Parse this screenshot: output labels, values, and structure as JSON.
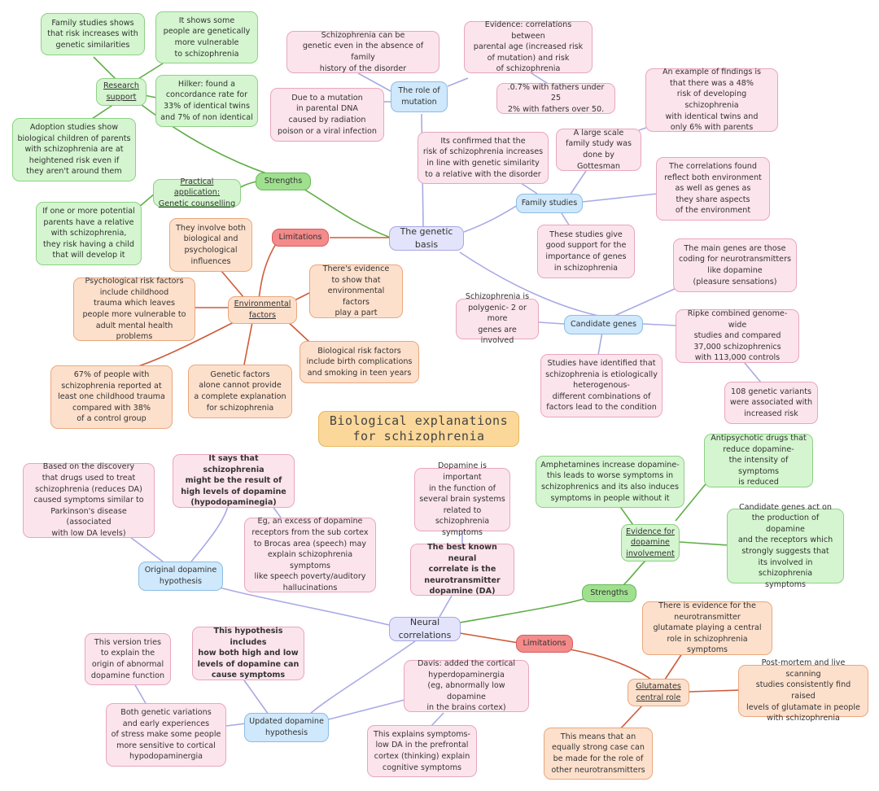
{
  "title": "Biological explanations\nfor schizophrenia",
  "nodes": {
    "genetic_basis": "The genetic\nbasis",
    "neural_correlations": "Neural\ncorrelations",
    "strengths_genetic": "Strengths",
    "limitations_genetic": "Limitations",
    "strengths_neural": "Strengths",
    "limitations_neural": "Limitations",
    "research_support": "Research\nsupport",
    "family_studies_shows": "Family studies shows\nthat risk increases with\ngenetic similarities",
    "more_vulnerable": "It shows some\npeople are genetically\nmore vulnerable\nto schizophrenia",
    "hilker": "Hilker: found a\nconcordance rate for\n33% of identical twins\nand 7% of non identical",
    "adoption": "Adoption studies show\nbiological children of parents\nwith schizophrenia are at\nheightened risk even if\nthey aren't around them",
    "practical": "Practical application:\nGenetic counselling",
    "practical_detail": "If one or more potential\nparents have a relative\nwith schizophrenia,\nthey risk having a child\nthat will develop it",
    "mutation": "The role of\nmutation",
    "genetic_no_history": "Schizophrenia can be\ngenetic even in the absence of family\nhistory of the disorder",
    "mutation_cause": "Due to a mutation\nin parental DNA\ncaused by radiation\npoison or a viral infection",
    "parental_age": "Evidence: correlations between\nparental age (increased risk\nof mutation) and risk\nof schizophrenia",
    "fathers": ".0.7% with fathers under 25\n2% with fathers over 50.",
    "family_studies": "Family studies",
    "confirmed": "Its confirmed that the\nrisk of schizophrenia increases\nin line with genetic similarity\nto a relative with the disorder",
    "gottesman": "A large scale\nfamily study was\ndone by Gottesman",
    "findings": "An example of findings is\nthat there was a 48%\nrisk of developing schizophrenia\nwith identical twins and\nonly 6% with parents",
    "correlations_env": "The correlations found\nreflect both environment\nas well as genes as\nthey share aspects\nof the environment",
    "good_support": "These studies give\ngood support for the\nimportance of genes\nin schizophrenia",
    "candidate_genes": "Candidate genes",
    "main_genes": "The main genes are those\ncoding for neurotransmitters\nlike dopamine\n(pleasure sensations)",
    "polygenic": "Schizophrenia is\npolygenic- 2 or more\ngenes are involved",
    "ripke": "Ripke combined genome-wide\nstudies and compared\n37,000 schizophrenics\nwith 113,000 controls",
    "variants": "108 genetic variants\nwere associated with\nincreased risk",
    "heterogenous": "Studies have identified that\nschizophrenia is etiologically\nheterogenous-\ndifferent combinations of\nfactors lead to the condition",
    "environmental": "Environmental\nfactors",
    "bio_psych": "They involve both\nbiological and\npsychological\ninfluences",
    "env_evidence": "There's evidence\nto show that\nenvironmental factors\nplay a part",
    "psych_risk": "Psychological risk factors\ninclude childhood\ntrauma which leaves\npeople more vulnerable to\nadult mental health problems",
    "bio_risk": "Biological risk factors\ninclude birth complications\nand smoking in teen years",
    "trauma_67": "67% of people with\nschizophrenia reported at\nleast one childhood trauma\ncompared with 38%\nof a control group",
    "genetic_alone": "Genetic factors\nalone cannot provide\na complete explanation\nfor schizophrenia",
    "original_dopamine": "Original dopamine\nhypothesis",
    "discovery": "Based on the discovery\nthat drugs used to treat\nschizophrenia (reduces DA)\ncaused symptoms similar to\nParkinson's disease (associated\nwith low DA levels)",
    "hyperdopaminergia": "It says that schizophrenia\nmight be the result of\nhigh levels of dopamine\n(hypodopaminegia)",
    "excess": "Eg, an excess of dopamine\nreceptors from the sub cortex\nto Brocas area (speech) may\nexplain schizophrenia symptoms\nlike speech poverty/auditory\nhallucinations",
    "dopamine_important": "Dopamine is important\nin the function of\nseveral brain systems\nrelated to schizophrenia\nsymptoms",
    "best_known": "The best known neural\ncorrelate is the\nneurotransmitter\ndopamine (DA)",
    "dopamine_evidence": "Evidence for\ndopamine\ninvolvement",
    "amphetamines": "Amphetamines increase dopamine-\nthis leads to worse symptoms in\nschizophrenics and its also induces\nsymptoms in people without it",
    "antipsychotic": "Antipsychotic drugs that\nreduce dopamine-\nthe intensity of symptoms\nis reduced",
    "candidate_act": "Candidate genes act on\nthe production of dopamine\nand the receptors which\nstrongly suggests that\nits involved in schizophrenia\nsymptoms",
    "glutamates": "Glutamates\ncentral role",
    "glutamate_evidence": "There is evidence for the\nneurotransmitter\nglutamate playing a central\nrole in schizophrenia symptoms",
    "post_mortem": "Post-mortem and live scanning\nstudies consistently find raised\nlevels of glutamate in people\nwith schizophrenia",
    "equally_strong": "This means that an\nequally strong case can\nbe made for the role of\nother neurotransmitters",
    "updated_dopamine": "Updated dopamine\nhypothesis",
    "version_tries": "This version tries\nto explain the\norigin of abnormal\ndopamine function",
    "includes_both": "This hypothesis includes\nhow both high and low\nlevels of dopamine can\ncause symptoms",
    "davis": "Davis: added the cortical\nhyperdopaminergia\n(eg, abnormally low dopamine\nin the brains cortex)",
    "genetic_variations": "Both genetic variations\nand early experiences\nof stress make some people\nmore sensitive to cortical\nhypodopaminergia",
    "explains_low_da": "This explains symptoms-\nlow DA in the prefrontal\ncortex (thinking) explain\ncognitive symptoms"
  }
}
